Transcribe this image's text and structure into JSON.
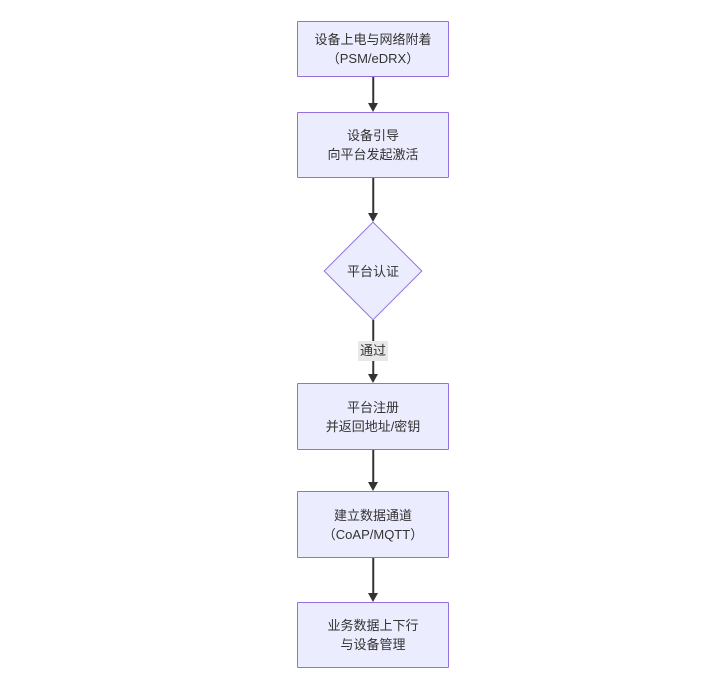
{
  "diagram": {
    "type": "flowchart",
    "direction": "top-down",
    "colors": {
      "node_fill": "#ECECFF",
      "node_border": "#9370DB",
      "edge_line": "#333333",
      "text": "#333333",
      "edge_label_bg": "#e8e8e8",
      "background": "#ffffff"
    },
    "nodes": [
      {
        "id": "n1",
        "shape": "rect",
        "lines": [
          "设备上电与网络附着",
          "（PSM/eDRX）"
        ]
      },
      {
        "id": "n2",
        "shape": "rect",
        "lines": [
          "设备引导",
          "向平台发起激活"
        ]
      },
      {
        "id": "n3",
        "shape": "diamond",
        "lines": [
          "平台认证"
        ]
      },
      {
        "id": "n4",
        "shape": "rect",
        "lines": [
          "平台注册",
          "并返回地址/密钥"
        ]
      },
      {
        "id": "n5",
        "shape": "rect",
        "lines": [
          "建立数据通道",
          "（CoAP/MQTT）"
        ]
      },
      {
        "id": "n6",
        "shape": "rect",
        "lines": [
          "业务数据上下行",
          "与设备管理"
        ]
      }
    ],
    "edges": [
      {
        "from": "n1",
        "to": "n2",
        "label": ""
      },
      {
        "from": "n2",
        "to": "n3",
        "label": ""
      },
      {
        "from": "n3",
        "to": "n4",
        "label": "通过"
      },
      {
        "from": "n4",
        "to": "n5",
        "label": ""
      },
      {
        "from": "n5",
        "to": "n6",
        "label": ""
      }
    ]
  }
}
